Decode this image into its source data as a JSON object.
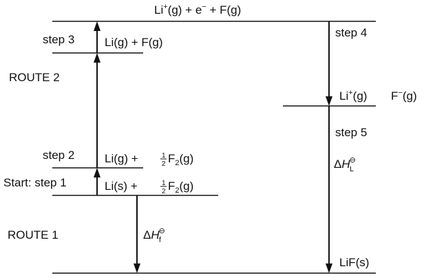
{
  "levels": {
    "top": {
      "species": "Li",
      "charge": "+",
      "state": "(g)",
      "rest1": " + e",
      "echarge": "−",
      "rest2": " + F(g)"
    },
    "step3": {
      "label": "step 3",
      "text": "Li(g)  +  F(g)"
    },
    "step4": {
      "label": "step 4"
    },
    "ions": {
      "li": "Li",
      "liCharge": "+",
      "liState": "(g)",
      "f": "F",
      "fCharge": "−",
      "fState": "(g)"
    },
    "step5": {
      "label": "step 5"
    },
    "step2": {
      "label": "step 2",
      "pre": "Li(g)  +  ",
      "num": "1",
      "den": "2",
      "post": " F",
      "sub": "2",
      "end": "(g)"
    },
    "step1": {
      "label": "Start: step 1",
      "pre": "Li(s)  +  ",
      "num": "1",
      "den": "2",
      "post": " F",
      "sub": "2",
      "end": "(g)"
    },
    "product": {
      "text": "LiF(s)"
    }
  },
  "routes": {
    "route1": "ROUTE 1",
    "route2": "ROUTE 2"
  },
  "enthalpies": {
    "formation": {
      "delta": "Δ",
      "H": "H",
      "sup": "⊖",
      "sub": "f"
    },
    "lattice": {
      "delta": "Δ",
      "H": "H",
      "sup": "⊖",
      "sub": "L"
    }
  }
}
